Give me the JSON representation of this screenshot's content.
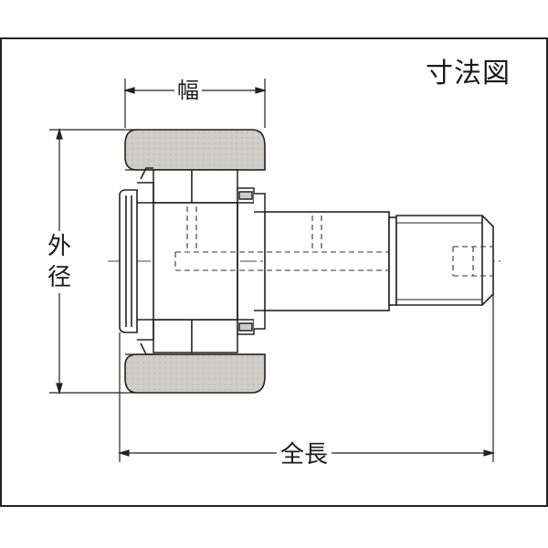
{
  "title": "寸法図",
  "labels": {
    "width": "幅",
    "outer_diameter": [
      "外",
      "径"
    ],
    "total_length": "全長"
  },
  "colors": {
    "line": "#222222",
    "outer_ring_fill": "#cfcdc8",
    "background": "#ffffff"
  }
}
